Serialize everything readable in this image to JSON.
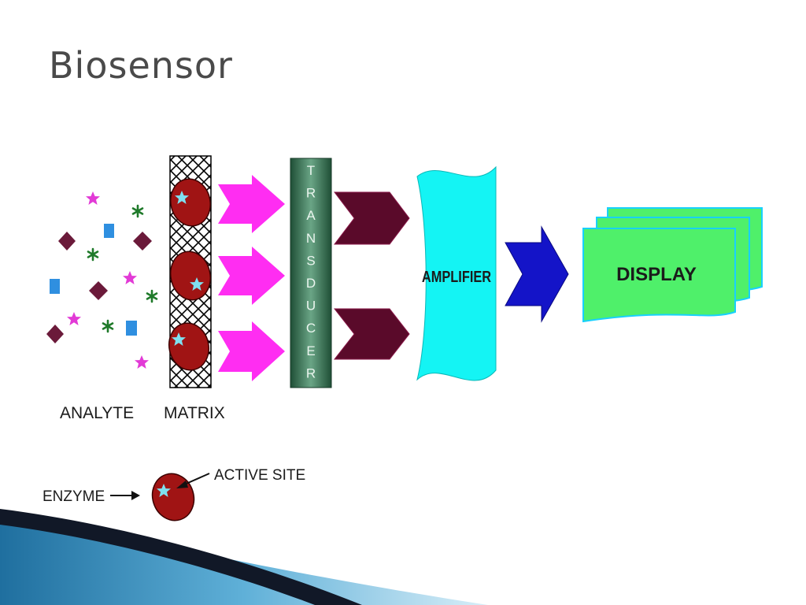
{
  "slide": {
    "title": "Biosensor"
  },
  "diagram": {
    "analyte_label": "ANALYTE",
    "matrix_label": "MATRIX",
    "transducer_letters": [
      "T",
      "R",
      "A",
      "N",
      "S",
      "D",
      "U",
      "C",
      "E",
      "R"
    ],
    "amplifier_label": "AMPLIFIER",
    "display_label": "DISPLAY",
    "legend": {
      "enzyme_label": "ENZYME",
      "active_site_label": "ACTIVE SITE"
    }
  },
  "colors": {
    "title": "#4a4a4a",
    "analyte_diamond": "#6b1a3a",
    "analyte_star_pink": "#e23ad6",
    "analyte_star_green": "#1f7a2a",
    "analyte_square": "#2f8fe0",
    "enzyme": "#a01414",
    "active_site": "#7fe0f0",
    "magenta_arrow": "#ff2df2",
    "maroon_arrow": "#5a0a2a",
    "blue_arrow": "#1414c8",
    "transducer": "#2f6b4e",
    "amplifier": "#14f4f4",
    "display": "#4ff06a",
    "decor_dark": "#111827",
    "decor_blue": "#2a7bb6"
  }
}
